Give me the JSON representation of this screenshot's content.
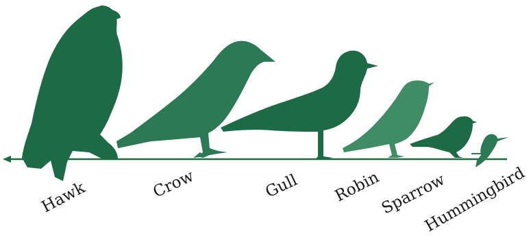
{
  "colors": {
    "dark_green": "#1d6a47",
    "mid_green": "#2c7a55",
    "light_green": "#3f8c65",
    "line": "#1d6a47",
    "label": "#1a1a1a"
  },
  "birds": [
    {
      "name": "hawk",
      "label": "Hawk"
    },
    {
      "name": "crow",
      "label": "Crow"
    },
    {
      "name": "gull",
      "label": "Gull"
    },
    {
      "name": "robin",
      "label": "Robin"
    },
    {
      "name": "sparrow",
      "label": "Sparrow"
    },
    {
      "name": "hummingbird",
      "label": "Hummingbird"
    }
  ]
}
